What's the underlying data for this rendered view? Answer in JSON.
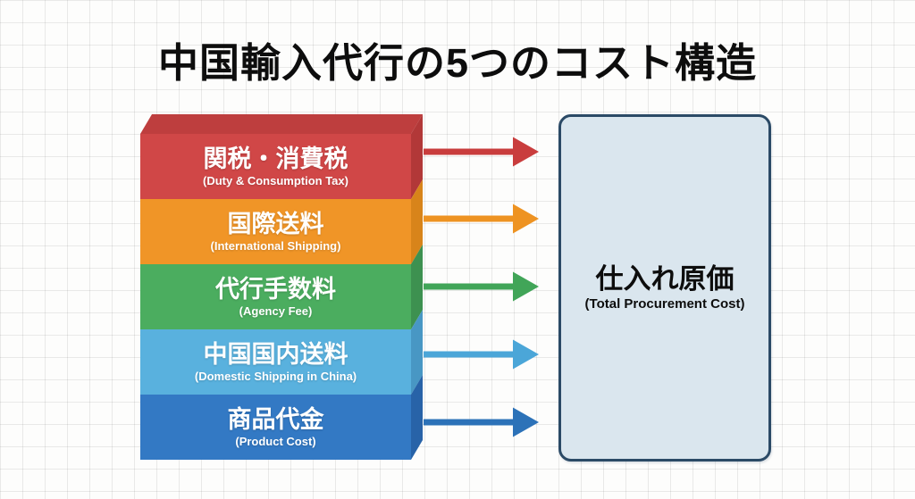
{
  "title": "中国輸入代行の5つのコスト構造",
  "layers": [
    {
      "jp": "関税・消費税",
      "en": "(Duty & Consumption Tax)",
      "front_color": "#D04747",
      "side_color": "#B23838",
      "top_color": "#BE3E3E",
      "arrow_color": "#C93D3D"
    },
    {
      "jp": "国際送料",
      "en": "(International Shipping)",
      "front_color": "#F09527",
      "side_color": "#D8841A",
      "arrow_color": "#EE9322"
    },
    {
      "jp": "代行手数料",
      "en": "(Agency Fee)",
      "front_color": "#4BAD5F",
      "side_color": "#3D9150",
      "arrow_color": "#41A558"
    },
    {
      "jp": "中国国内送料",
      "en": "(Domestic Shipping in China)",
      "front_color": "#59B1DE",
      "side_color": "#4897C4",
      "arrow_color": "#4BA6D8"
    },
    {
      "jp": "商品代金",
      "en": "(Product Cost)",
      "front_color": "#3379C4",
      "side_color": "#2863A8",
      "arrow_color": "#2C72B8"
    }
  ],
  "result_box": {
    "jp": "仕入れ原価",
    "en": "(Total Procurement Cost)",
    "fill_color": "#DAE6EE",
    "border_color": "#2B4A66"
  }
}
